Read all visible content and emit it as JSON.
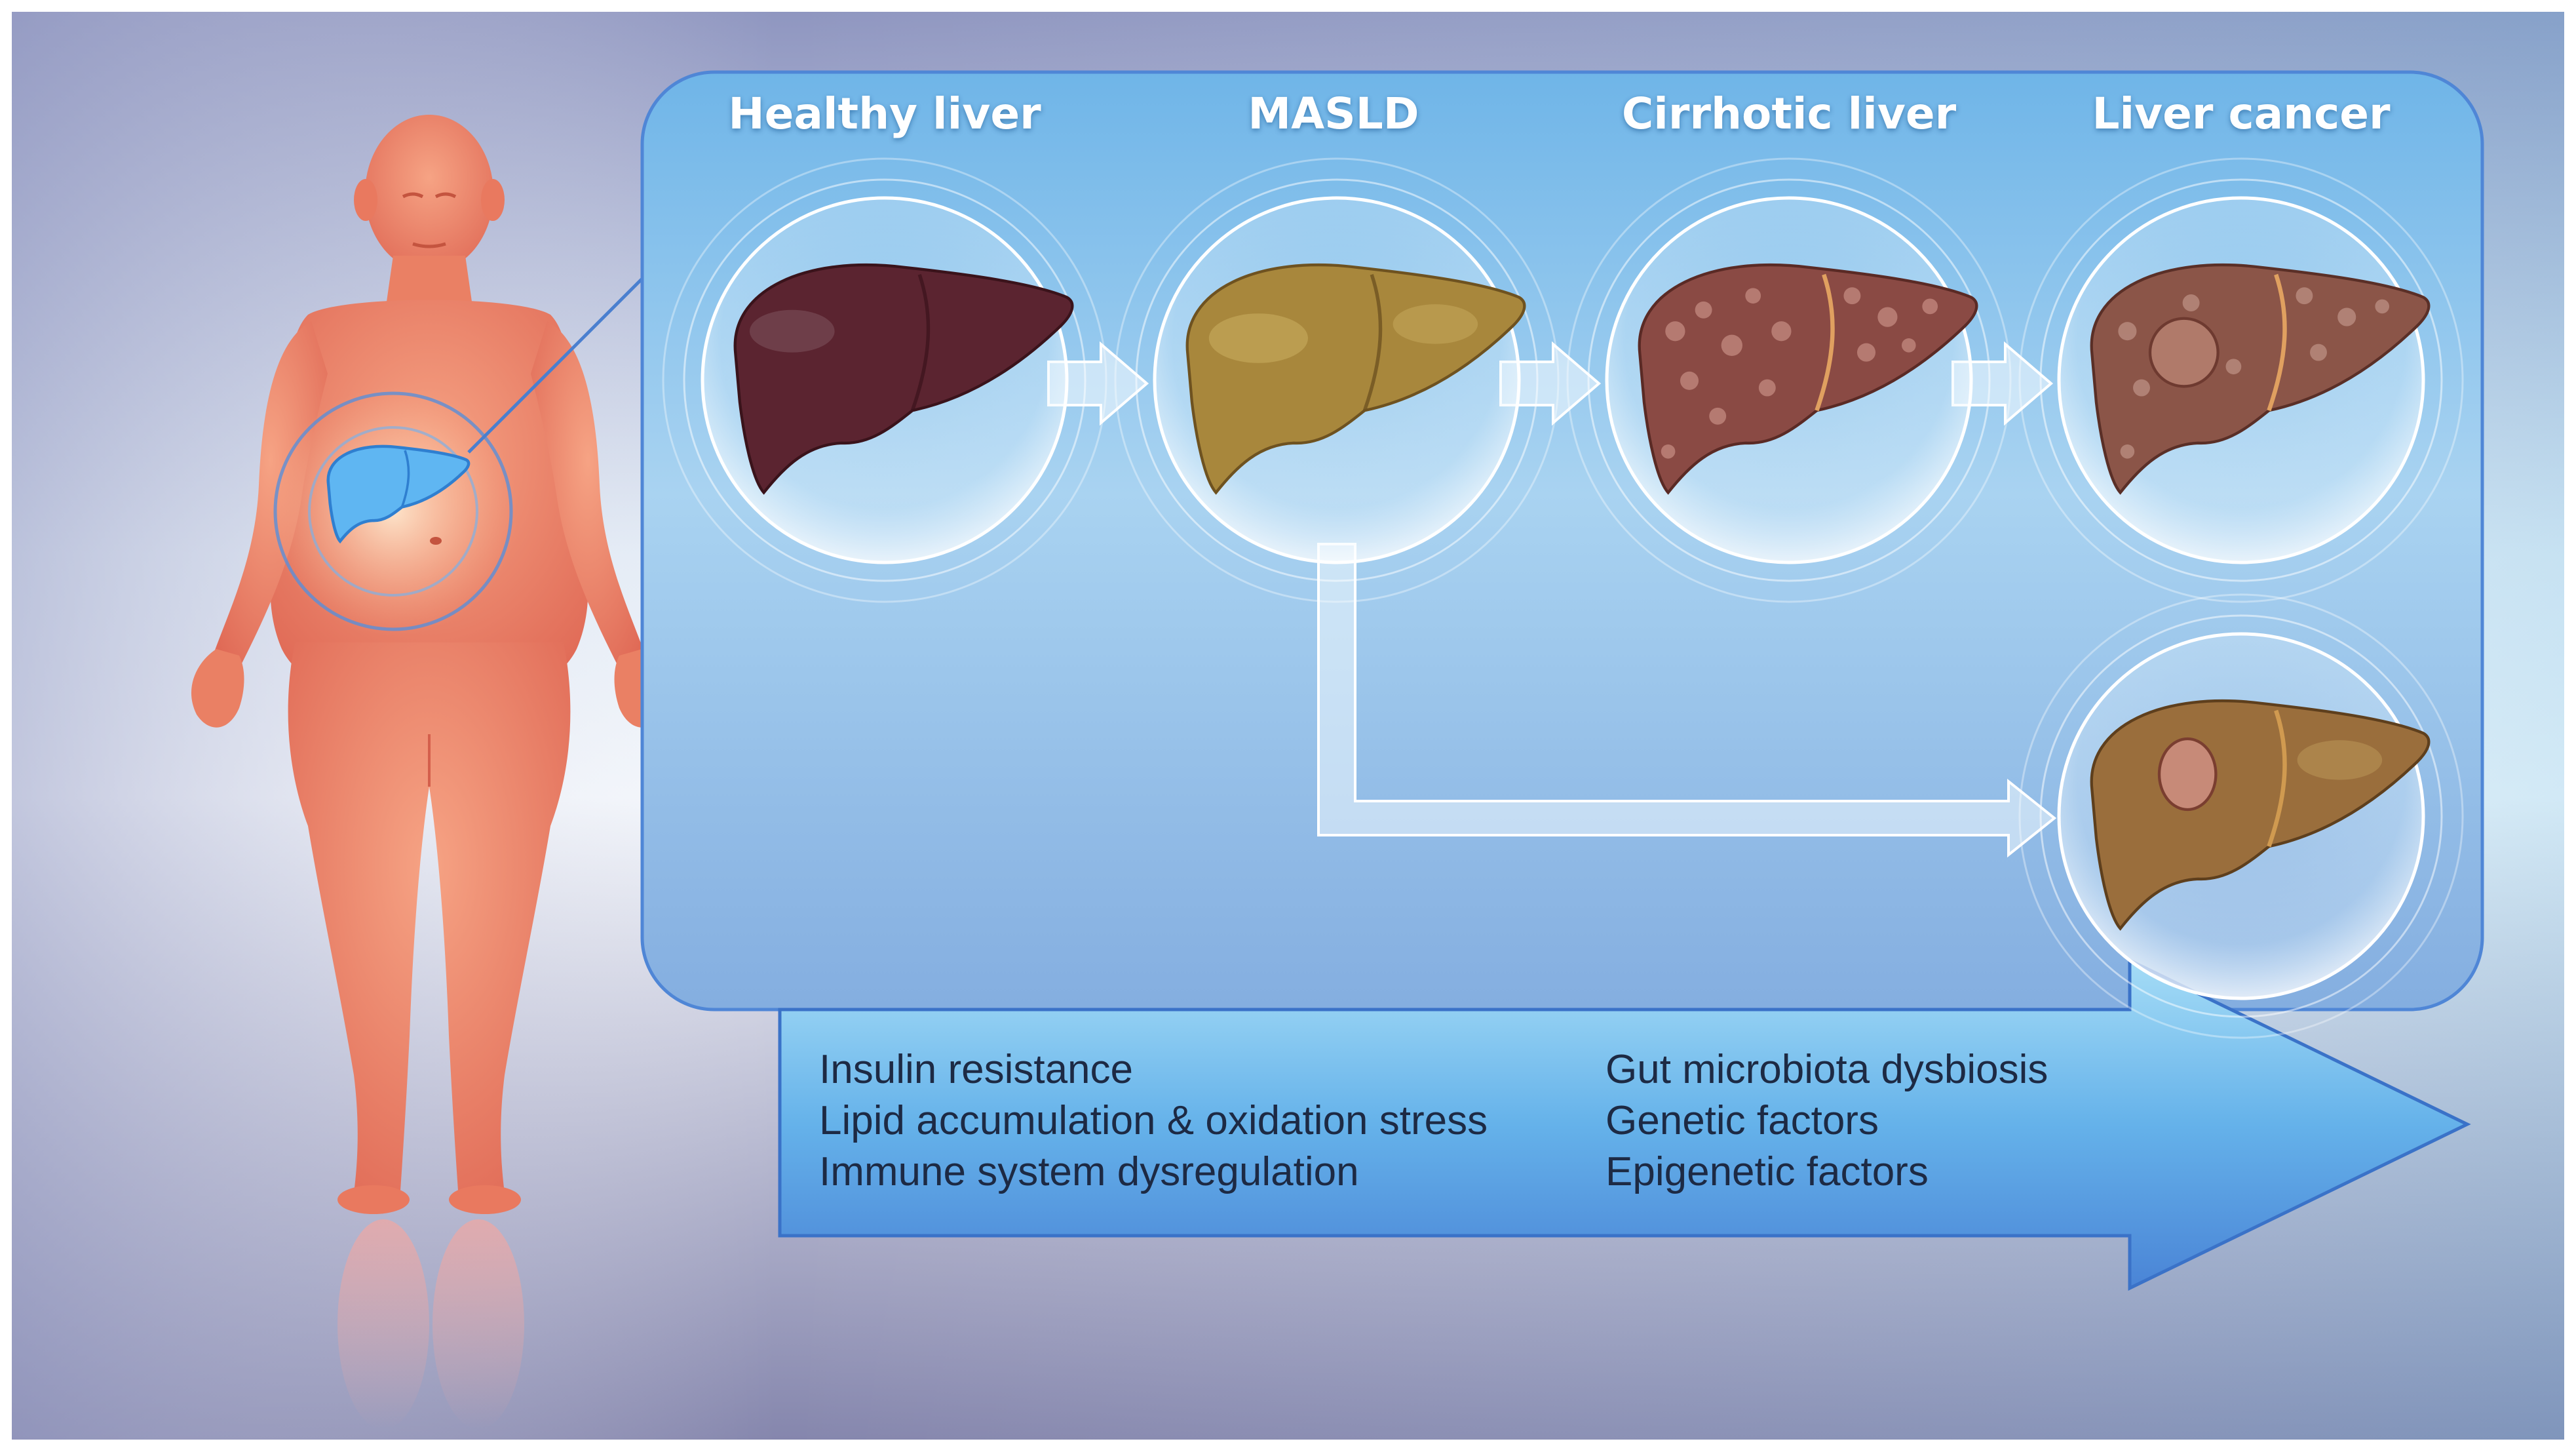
{
  "stages": [
    {
      "label": "Healthy liver"
    },
    {
      "label": "MASLD"
    },
    {
      "label": "Cirrhotic liver"
    },
    {
      "label": "Liver cancer"
    }
  ],
  "factors": {
    "left": [
      "Insulin resistance",
      "Lipid accumulation & oxidation stress",
      "Immune system dysregulation"
    ],
    "right": [
      "Gut microbiota dysbiosis",
      "Genetic factors",
      "Epigenetic factors"
    ]
  },
  "colors": {
    "healthy_liver": "#5b2430",
    "masld_liver": "#a8873c",
    "cirrhotic_liver": "#8a4a44",
    "cancer_liver": "#8b5548",
    "panel": "#8fc4ea",
    "body": "#f08a70",
    "highlighted_liver": "#5fb6f2"
  }
}
